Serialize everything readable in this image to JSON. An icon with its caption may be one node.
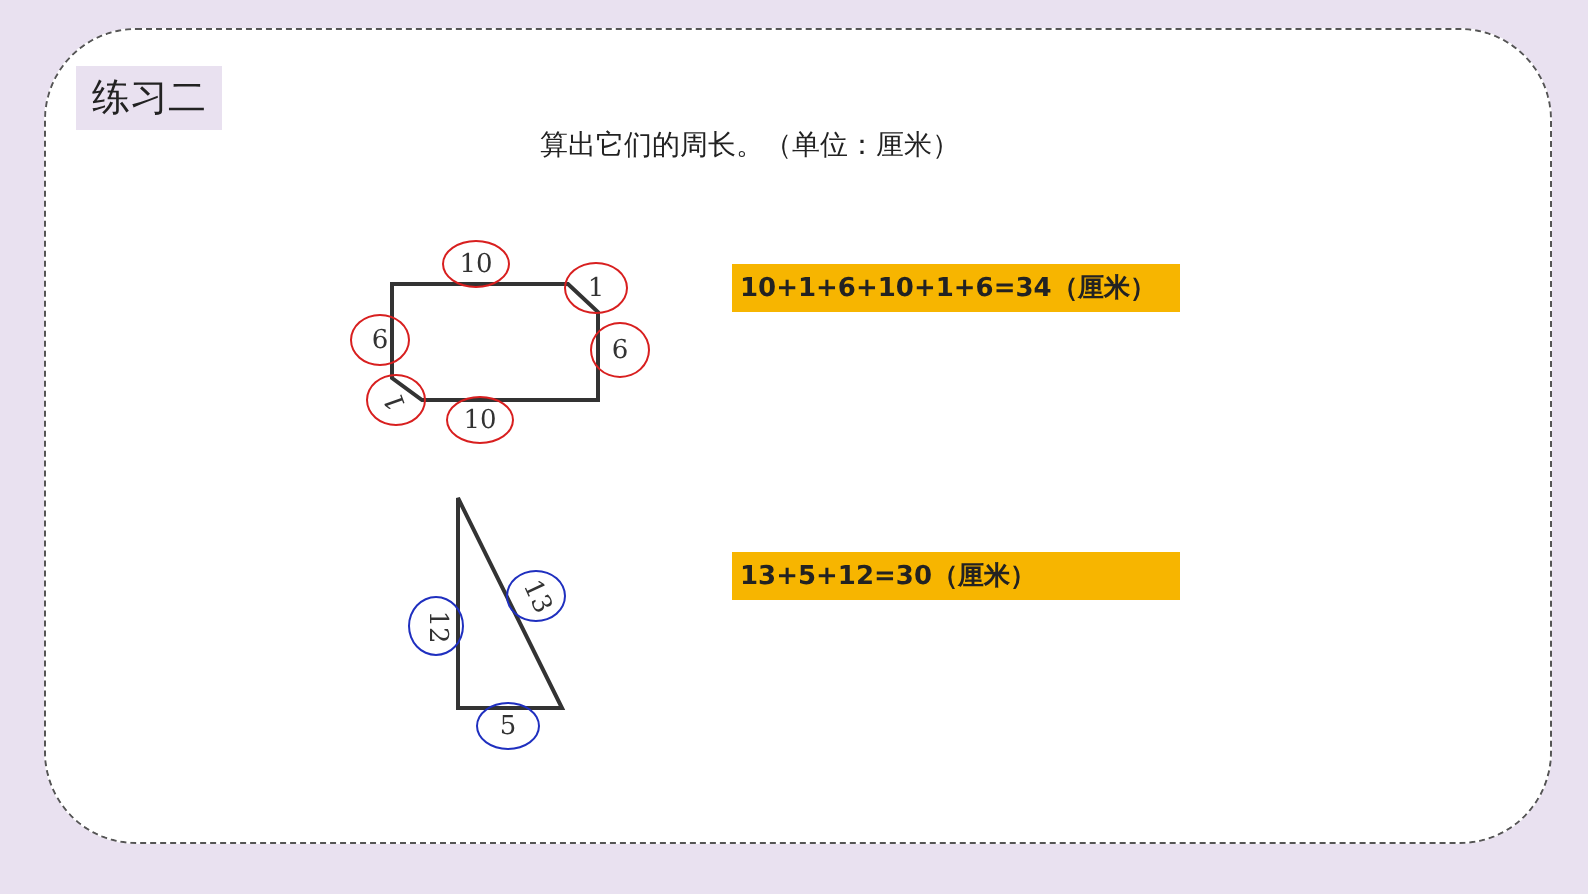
{
  "diagram": {
    "title": "练习二",
    "nodes": [
      {
        "text": [
          "10+1+6+10+1+6=34（厘米）"
        ]
      },
      {
        "text": [
          "13+5+12=30（厘米）"
        ]
      },
      {
        "text": [
          "10"
        ]
      },
      {
        "text": [
          "1"
        ]
      },
      {
        "text": [
          "6"
        ]
      },
      {
        "text": [
          "6"
        ]
      },
      {
        "text": [
          "1"
        ]
      },
      {
        "text": [
          "10"
        ]
      },
      {
        "text": [
          "12"
        ]
      },
      {
        "text": [
          "13"
        ]
      },
      {
        "text": [
          "5"
        ]
      }
    ],
    "labels": [
      "算出它们的周长。（单位：厘米）"
    ]
  }
}
